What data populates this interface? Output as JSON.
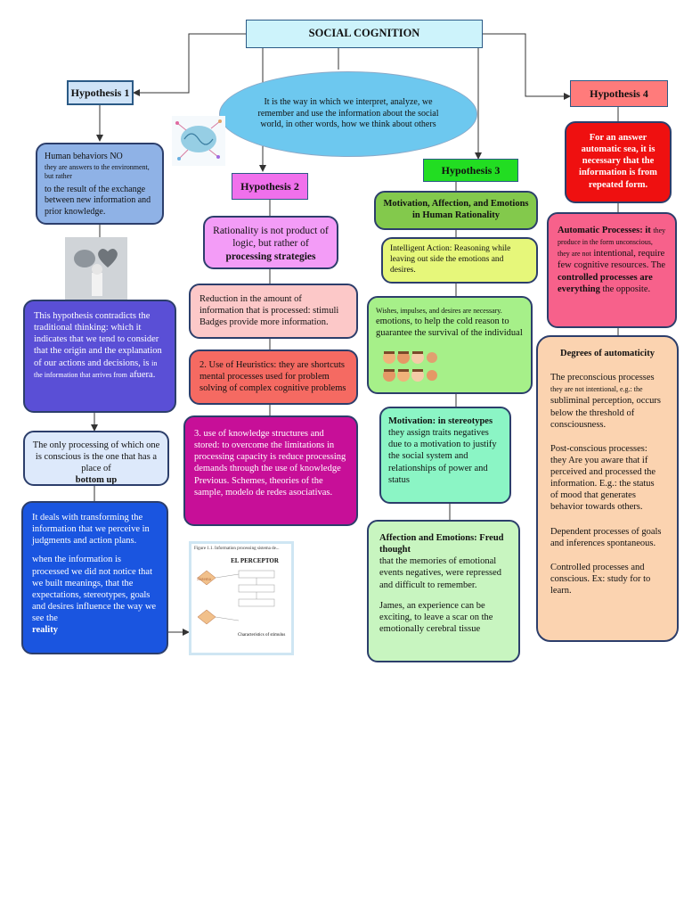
{
  "title": "SOCIAL COGNITION",
  "definition": "It is the way in which we interpret, analyze, we remember and use the information about the social world, in other words, how we think about others",
  "h1": {
    "label": "Hypothesis 1",
    "b1_a": "Human behaviors NO",
    "b1_small": "they are answers to the environment, but rather",
    "b1_b": "to the result of the exchange between new information and prior knowledge.",
    "b2": "This hypothesis contradicts the traditional thinking: which it indicates that we tend to consider that the origin and the explanation of our actions and decisions, is",
    "b2_small": "in the information that arrives from",
    "b2_end": "afuera.",
    "b3_a": "The only processing of which one is conscious is the one that has a place of",
    "b3_b": "bottom up",
    "b4_a": "It deals with transforming the information that we perceive in judgments and action plans.",
    "b4_b": "when the information is processed we did not notice that we built meanings, that the expectations, stereotypes, goals and desires influence the way we see the",
    "b4_c": "reality"
  },
  "h2": {
    "label": "Hypothesis 2",
    "b1_a": "Rationality is not product of logic, but rather of",
    "b1_b": "processing strategies",
    "b2": "Reduction in the amount of information that is processed: stimuli Badges provide more information.",
    "b3": "2. Use of Heuristics: they are shortcuts mental processes used for problem solving of complex cognitive problems",
    "b4": "3. use of knowledge structures and stored: to overcome the limitations in processing capacity is reduce processing demands through the use of knowledge Previous. Schemes, theories of the sample, modelo de redes asociativas."
  },
  "h3": {
    "label": "Hypothesis 3",
    "b1": "Motivation, Affection, and Emotions in Human Rationality",
    "b2_a": "Intelligent Action:",
    "b2_b": "Reasoning while leaving out side the emotions and desires.",
    "b3_small": "Wishes, impulses, and desires are necessary.",
    "b3": "emotions, to help the cold reason to guarantee the survival of the individual",
    "b4_a": "Motivation: in stereotypes",
    "b4_b": "they assign traits negatives due to a motivation to justify the social system and relationships of power and status",
    "b5_a": "Affection and Emotions: Freud thought",
    "b5_b": "that the memories of emotional events negatives, were repressed and difficult to remember.",
    "b5_c": "James, an experience can be exciting, to leave a scar on the emotionally cerebral tissue"
  },
  "h4": {
    "label": "Hypothesis 4",
    "b1": "For an answer automatic sea, it is necessary that the information is from repeated form.",
    "b2_a": "Automatic Processes: it",
    "b2_small": "they produce in the form unconscious, they are not",
    "b2_b": "intentional, require few cognitive resources. The",
    "b2_c": "controlled processes are everything",
    "b2_d": "the opposite.",
    "b3_title": "Degrees of automaticity",
    "b3_p1_a": "The preconscious processes",
    "b3_p1_small": "they are not intentional, e.g.: the",
    "b3_p1_b": "subliminal perception, occurs below the threshold of consciousness.",
    "b3_p2": "Post-conscious processes: they Are you aware that if perceived and processed the information. E.g.: the status of mood that generates behavior towards others.",
    "b3_p3": "Dependent processes of goals and inferences spontaneous.",
    "b3_p4": "Controlled processes and conscious. Ex: study for to learn."
  },
  "figure": {
    "caption": "Figure 1.1. Information processing sistema de...",
    "heading": "EL PERCEPTOR",
    "side1": "Sistema",
    "bottom": "Characteristics of stimulus"
  },
  "colors": {
    "title_bg": "#cdf3fb",
    "h1": "#cfe3f7",
    "h2": "#f070ec",
    "h3": "#22dd22",
    "h4": "#ff7b7b"
  }
}
